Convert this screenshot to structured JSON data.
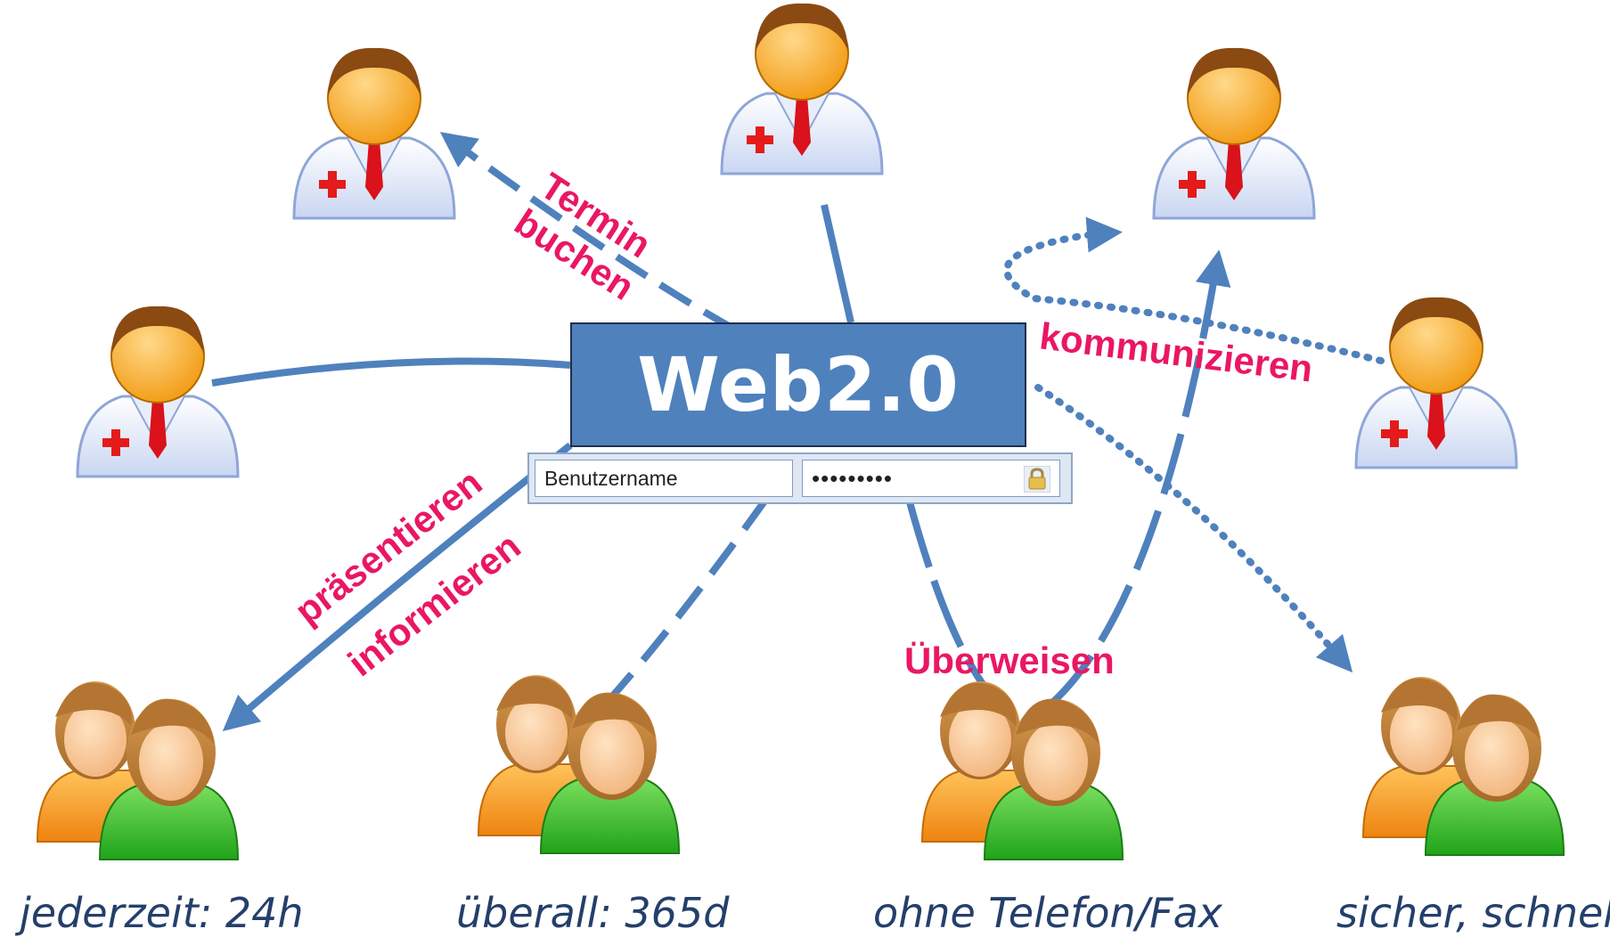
{
  "hub": {
    "title": "Web2.0"
  },
  "login": {
    "username_placeholder": "Benutzername",
    "password_mask": "•••••••••",
    "lock_icon": "padlock-icon"
  },
  "actions": {
    "termin_line1": "Termin",
    "termin_line2": "buchen",
    "kommunizieren": "kommunizieren",
    "praesentieren": "präsentieren",
    "informieren": "informieren",
    "ueberweisen": "Überweisen"
  },
  "captions": {
    "c1": "jederzeit: 24h",
    "c2": "überall: 365d",
    "c3": "ohne Telefon/Fax",
    "c4": "sicher, schnell"
  },
  "colors": {
    "arrow": "#4f81bd",
    "verb": "#ea1763",
    "caption": "#243f6b",
    "doctor_face": "#f7b43a",
    "patient_orange": "#f49b22",
    "patient_green": "#3fbf2a"
  },
  "icons": {
    "doctor": "doctor-icon",
    "patients": "patient-group-icon"
  }
}
